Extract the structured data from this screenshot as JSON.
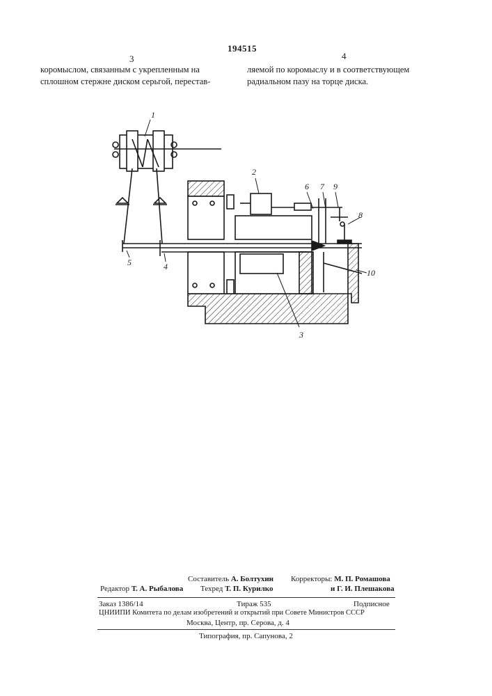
{
  "header": {
    "patent_number": "194515",
    "column_left": "3",
    "column_right": "4"
  },
  "body_text": {
    "left_lines": [
      "коромыслом, связанным с укрепленным на",
      "сплошном стержне диском серьгой, перестав-"
    ],
    "right_lines": [
      "ляемой по коромыслу и в соответствующем",
      "радиальном пазу на торце диска."
    ]
  },
  "figure_labels": {
    "l1": "1",
    "l2": "2",
    "l3": "3",
    "l4": "4",
    "l5": "5",
    "l6": "6",
    "l7": "7",
    "l8": "8",
    "l9": "9",
    "l10": "10"
  },
  "footer": {
    "composer_label": "Составитель",
    "composer_name": "А. Болтухин",
    "editor_label": "Редактор",
    "editor_name": "Т. А. Рыбалова",
    "techred_label": "Техред",
    "techred_name": "Т. П. Курилко",
    "correctors_label": "Корректоры:",
    "corrector1": "М. П. Ромашова",
    "corrector2": "и Г. И. Плешакова",
    "order": "Заказ 1386/14",
    "circulation": "Тираж 535",
    "subscription": "Подписное",
    "institute": "ЦНИИПИ Комитета по делам изобретений и открытий при Совете Министров СССР",
    "address": "Москва, Центр, пр. Серова, д. 4",
    "printing": "Типография, пр. Сапунова, 2"
  }
}
